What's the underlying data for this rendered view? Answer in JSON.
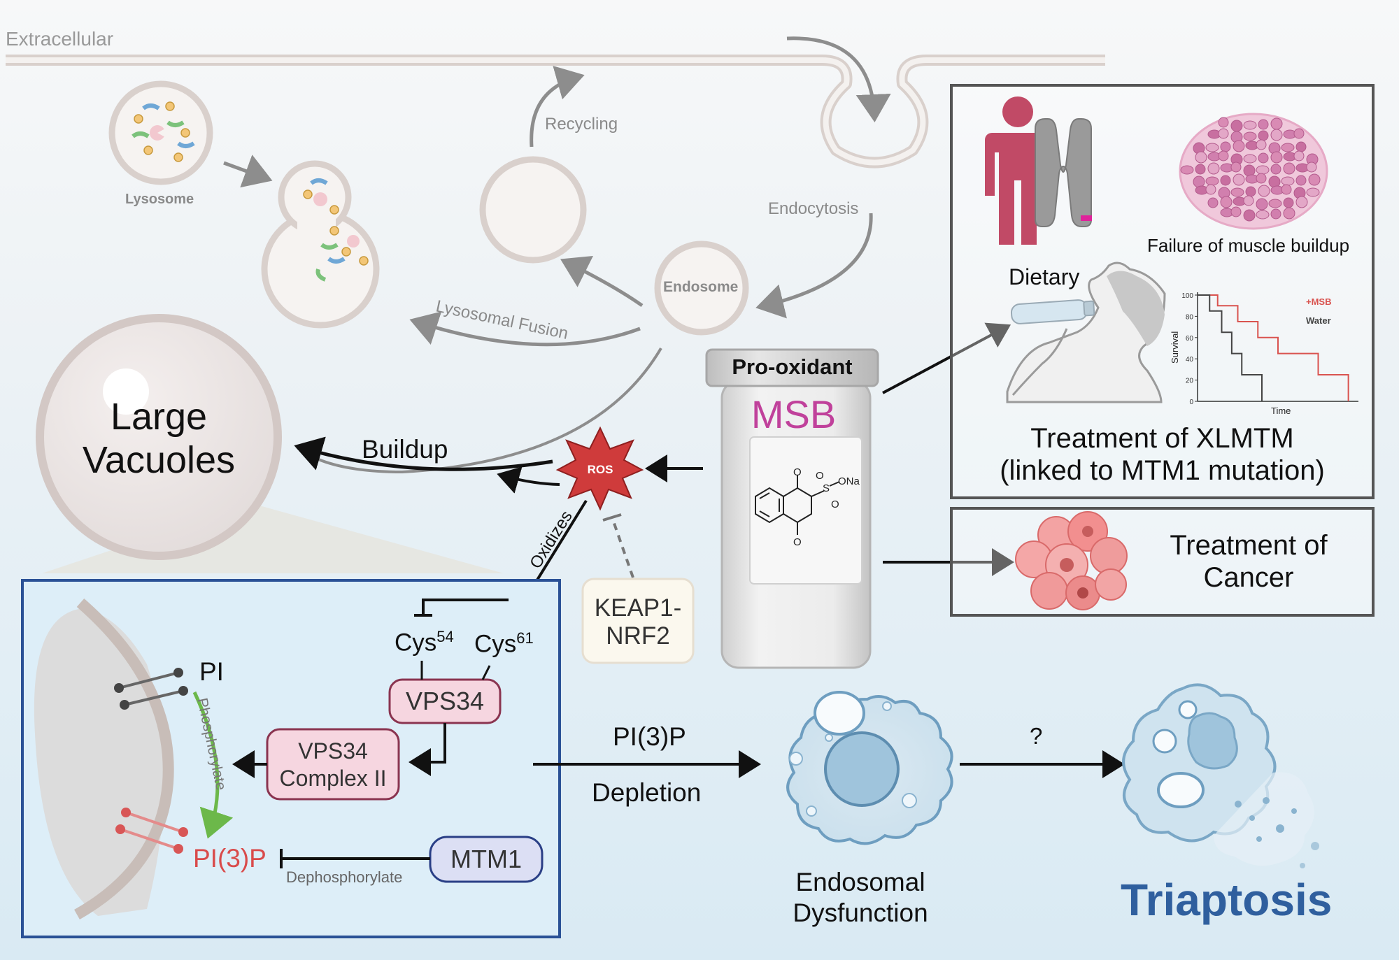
{
  "labels": {
    "extracellular": "Extracellular",
    "lysosome": "Lysosome",
    "recycling": "Recycling",
    "endocytosis": "Endocytosis",
    "endosome": "Endosome",
    "lysosomal_fusion": "Lysosomal Fusion",
    "large_vacuoles_1": "Large",
    "large_vacuoles_2": "Vacuoles",
    "buildup": "Buildup",
    "ros": "ROS",
    "oxidizes": "Oxidizes",
    "keap1_1": "KEAP1-",
    "keap1_2": "NRF2",
    "pro_oxidant": "Pro-oxidant",
    "msb": "MSB",
    "cys54": "Cys",
    "cys54_sup": "54",
    "cys61": "Cys",
    "cys61_sup": "61",
    "vps34": "VPS34",
    "vps34_complex_1": "VPS34",
    "vps34_complex_2": "Complex II",
    "mtm1": "MTM1",
    "pi": "PI",
    "pi3p": "PI(3)P",
    "phosphorylate": "Phosphorylate",
    "dephosphorylate": "Dephosphorylate",
    "pi3p_depletion_1": "PI(3)P",
    "pi3p_depletion_2": "Depletion",
    "endosomal_dysfunction_1": "Endosomal",
    "endosomal_dysfunction_2": "Dysfunction",
    "question": "?",
    "triaptosis": "Triaptosis",
    "failure_muscle": "Failure of muscle buildup",
    "dietary": "Dietary",
    "xlmtm_1": "Treatment of XLMTM",
    "xlmtm_2": "(linked to MTM1 mutation)",
    "cancer_1": "Treatment of",
    "cancer_2": "Cancer",
    "chem_o_top": "O",
    "chem_o_bottom": "O",
    "chem_s": "S",
    "chem_ona": "ONa",
    "chem_o1": "O",
    "chem_o2": "O"
  },
  "colors": {
    "msb": "#c0419b",
    "ros": "#d0383a",
    "pi3p": "#d94b4b",
    "triaptosis": "#2f5f9e",
    "vps34_fill": "#f6d6e0",
    "mtm1_fill": "#dcdff4",
    "muscle": "#c14a66",
    "inset_border": "#2a5196"
  },
  "chart_data": {
    "type": "line",
    "title": "",
    "xlabel": "Time",
    "ylabel": "Survival",
    "ylim": [
      0,
      100
    ],
    "yticks": [
      0,
      20,
      40,
      60,
      80,
      100
    ],
    "series": [
      {
        "name": "+MSB",
        "color": "#d9534f",
        "x": [
          0,
          1,
          1,
          2,
          2,
          3,
          3,
          4,
          4,
          6,
          6,
          7.5,
          7.5
        ],
        "values": [
          100,
          100,
          90,
          90,
          75,
          75,
          60,
          60,
          45,
          45,
          25,
          25,
          0
        ]
      },
      {
        "name": "Water",
        "color": "#444444",
        "x": [
          0,
          0.6,
          0.6,
          1.2,
          1.2,
          1.7,
          1.7,
          2.2,
          2.2,
          3.2,
          3.2
        ],
        "values": [
          100,
          100,
          85,
          85,
          65,
          65,
          45,
          45,
          25,
          25,
          0
        ]
      }
    ]
  }
}
